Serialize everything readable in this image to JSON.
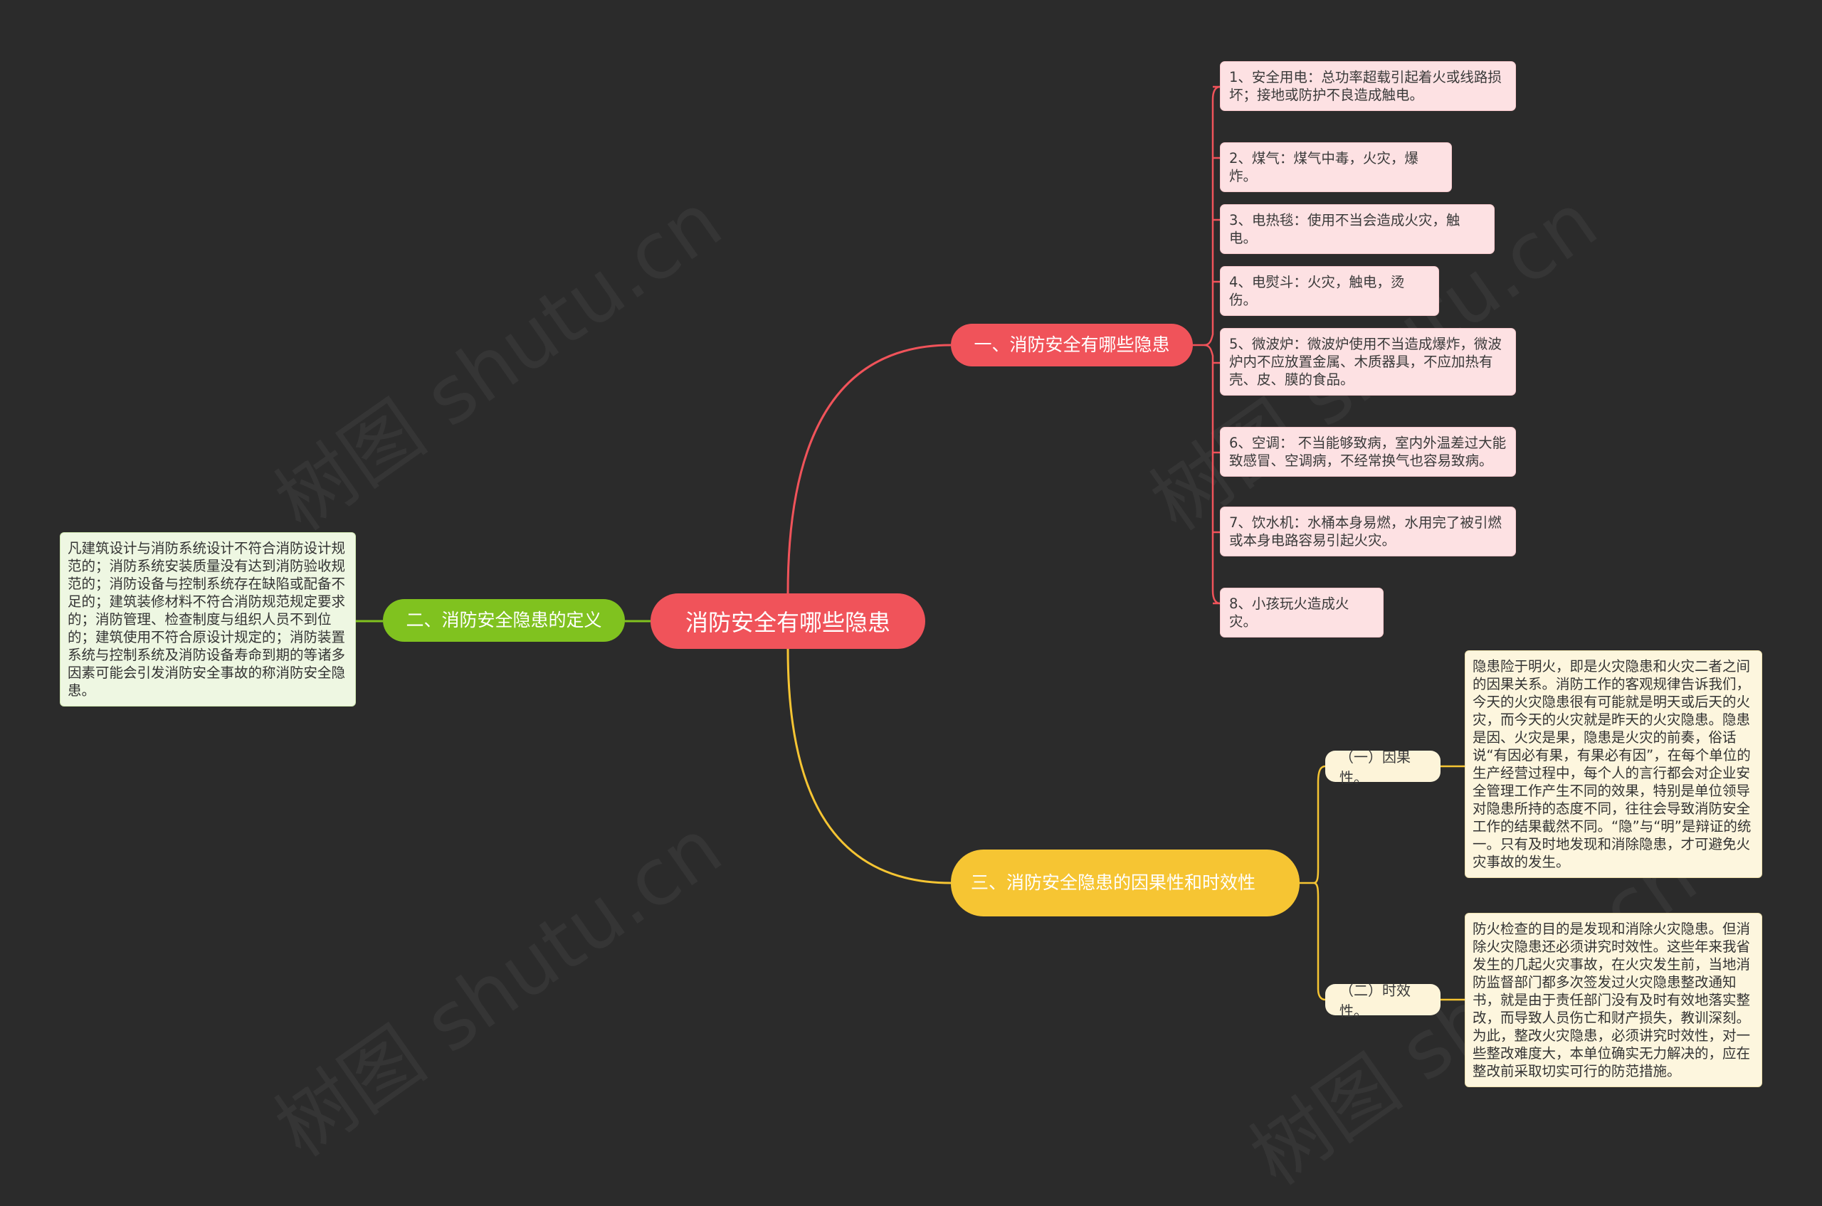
{
  "mindmap": {
    "root": "消防安全有哪些隐患",
    "branch1": {
      "title": "一、消防安全有哪些隐患",
      "items": [
        "1、安全用电：总功率超载引起着火或线路损坏；接地或防护不良造成触电。",
        "2、煤气：煤气中毒，火灾，爆炸。",
        "3、电热毯：使用不当会造成火灾，触电。",
        "4、电熨斗：火灾，触电，烫伤。",
        "5、微波炉：微波炉使用不当造成爆炸，微波炉内不应放置金属、木质器具，不应加热有壳、皮、膜的食品。",
        "6、空调： 不当能够致病，室内外温差过大能致感冒、空调病，不经常换气也容易致病。",
        "7、饮水机：水桶本身易燃，水用完了被引燃或本身电路容易引起火灾。",
        "8、小孩玩火造成火灾。"
      ]
    },
    "branch2": {
      "title": "二、消防安全隐患的定义",
      "note": "凡建筑设计与消防系统设计不符合消防设计规范的；消防系统安装质量没有达到消防验收规范的；消防设备与控制系统存在缺陷或配备不足的；建筑装修材料不符合消防规范规定要求的；消防管理、检查制度与组织人员不到位的；建筑使用不符合原设计规定的；消防装置系统与控制系统及消防设备寿命到期的等诸多因素可能会引发消防安全事故的称消防安全隐患。"
    },
    "branch3": {
      "title": "三、消防安全隐患的因果性和时效性",
      "subs": [
        {
          "label": "（一）因果性。",
          "note": "隐患险于明火，即是火灾隐患和火灾二者之间的因果关系。消防工作的客观规律告诉我们，今天的火灾隐患很有可能就是明天或后天的火灾，而今天的火灾就是昨天的火灾隐患。隐患是因、火灾是果，隐患是火灾的前奏，俗话说“有因必有果，有果必有因”，在每个单位的生产经营过程中，每个人的言行都会对企业安全管理工作产生不同的效果，特别是单位领导对隐患所持的态度不同，往往会导致消防安全工作的结果截然不同。“隐”与“明”是辩证的统一。只有及时地发现和消除隐患，才可避免火灾事故的发生。"
        },
        {
          "label": "（二）时效性。",
          "note": "防火检查的目的是发现和消除火灾隐患。但消除火灾隐患还必须讲究时效性。这些年来我省发生的几起火灾事故，在火灾发生前，当地消防监督部门都多次签发过火灾隐患整改通知书，就是由于责任部门没有及时有效地落实整改，而导致人员伤亡和财产损失，教训深刻。为此，整改火灾隐患，必须讲究时效性，对一些整改难度大，本单位确实无力解决的，应在整改前采取切实可行的防范措施。"
        }
      ]
    }
  },
  "colors": {
    "background": "#2b2b2b",
    "red": "#f0535a",
    "green": "#80c21f",
    "yellow": "#f6c533",
    "leaf_pink": "#fde1e3",
    "note_cream": "#fdf6de"
  }
}
